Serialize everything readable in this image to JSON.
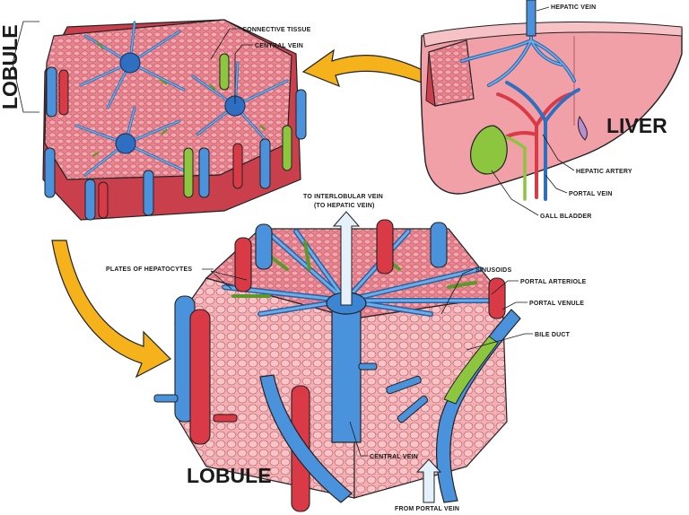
{
  "labels": {
    "lobule_top": "LOBULE",
    "lobule_bottom": "LOBULE",
    "liver": "LIVER",
    "connective_tissue": "CONNECTIVE TISSUE",
    "central_vein_top": "CENTRAL VEIN",
    "hepatic_vein": "HEPATIC VEIN",
    "hepatic_artery": "HEPATIC ARTERY",
    "portal_vein": "PORTAL VEIN",
    "gall_bladder": "GALL BLADDER",
    "to_interlobular_1": "TO INTERLOBULAR VEIN",
    "to_interlobular_2": "(TO HEPATIC VEIN)",
    "plates_of_hepatocytes": "PLATES OF HEPATOCYTES",
    "sinusoids": "SINUSOIDS",
    "portal_arteriole": "PORTAL ARTERIOLE",
    "portal_venule": "PORTAL VENULE",
    "bile_duct": "BILE DUCT",
    "central_vein_bottom": "CENTRAL VEIN",
    "from_portal_vein": "FROM PORTAL VEIN"
  },
  "colors": {
    "vein_blue": "#3a86d4",
    "artery_red": "#d93a46",
    "bile_green": "#8cc63f",
    "tissue_pink": "#e9838f",
    "liver_pink": "#f2a0a8",
    "arrow_yellow": "#f6b21b"
  }
}
